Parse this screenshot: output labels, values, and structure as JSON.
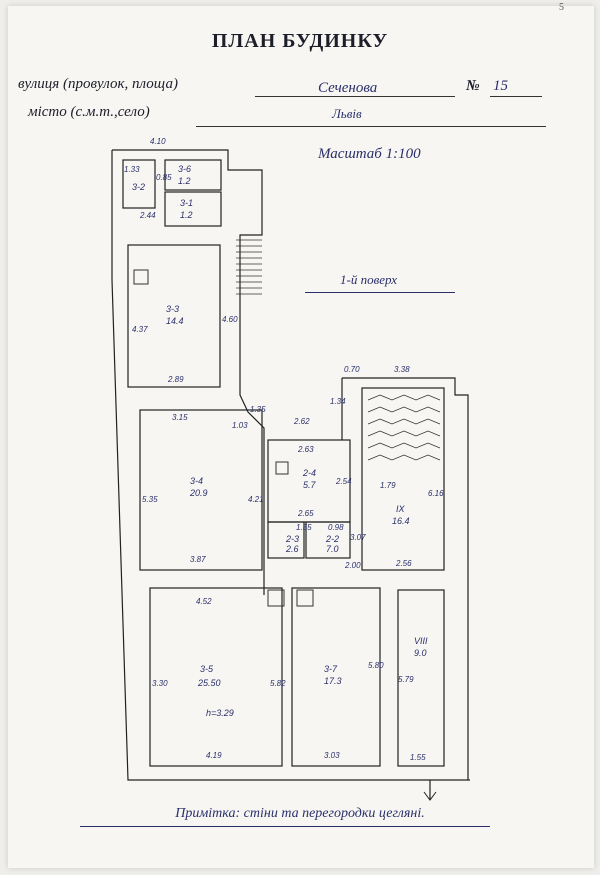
{
  "page_mark": "5",
  "title": "ПЛАН БУДИНКУ",
  "street_label": "вулиця (провулок, площа)",
  "street_value": "Сеченова",
  "number_label": "№",
  "number_value": "15",
  "city_label": "місто (с.м.т.,село)",
  "city_value": "Львів",
  "scale": "Масштаб 1:100",
  "floor": "1-й поверх",
  "note": "Примітка: стіни та перегородки цегляні.",
  "rooms": [
    {
      "id": "3-6",
      "area": "1.2",
      "sub": ""
    },
    {
      "id": "3-2",
      "area": "",
      "sub": ""
    },
    {
      "id": "3-1",
      "area": "1.2",
      "sub": ""
    },
    {
      "id": "3-3",
      "area": "14.4",
      "sub": ""
    },
    {
      "id": "3-4",
      "area": "20.9",
      "sub": ""
    },
    {
      "id": "2-4",
      "area": "5.7",
      "sub": ""
    },
    {
      "id": "2-3",
      "area": "2.6",
      "sub": ""
    },
    {
      "id": "2-2",
      "area": "7.0",
      "sub": ""
    },
    {
      "id": "IX",
      "area": "16.4",
      "sub": ""
    },
    {
      "id": "VIII",
      "area": "9.0",
      "sub": ""
    },
    {
      "id": "3-5",
      "area": "25.50",
      "sub": "h=3.29"
    },
    {
      "id": "3-7",
      "area": "17.3",
      "sub": ""
    }
  ],
  "dimensions": [
    "4.10",
    "1.33",
    "0.85",
    "2.44",
    "4.37",
    "2.89",
    "4.60",
    "3.15",
    "1.35",
    "1.03",
    "2.62",
    "2.63",
    "2.54",
    "5.35",
    "4.21",
    "2.65",
    "3.87",
    "1.55",
    "0.98",
    "3.07",
    "2.00",
    "4.52",
    "3.30",
    "5.82",
    "5.80",
    "4.19",
    "3.03",
    "3.38",
    "0.70",
    "1.34",
    "1.79",
    "6.16",
    "2.56",
    "5.79",
    "1.55"
  ]
}
